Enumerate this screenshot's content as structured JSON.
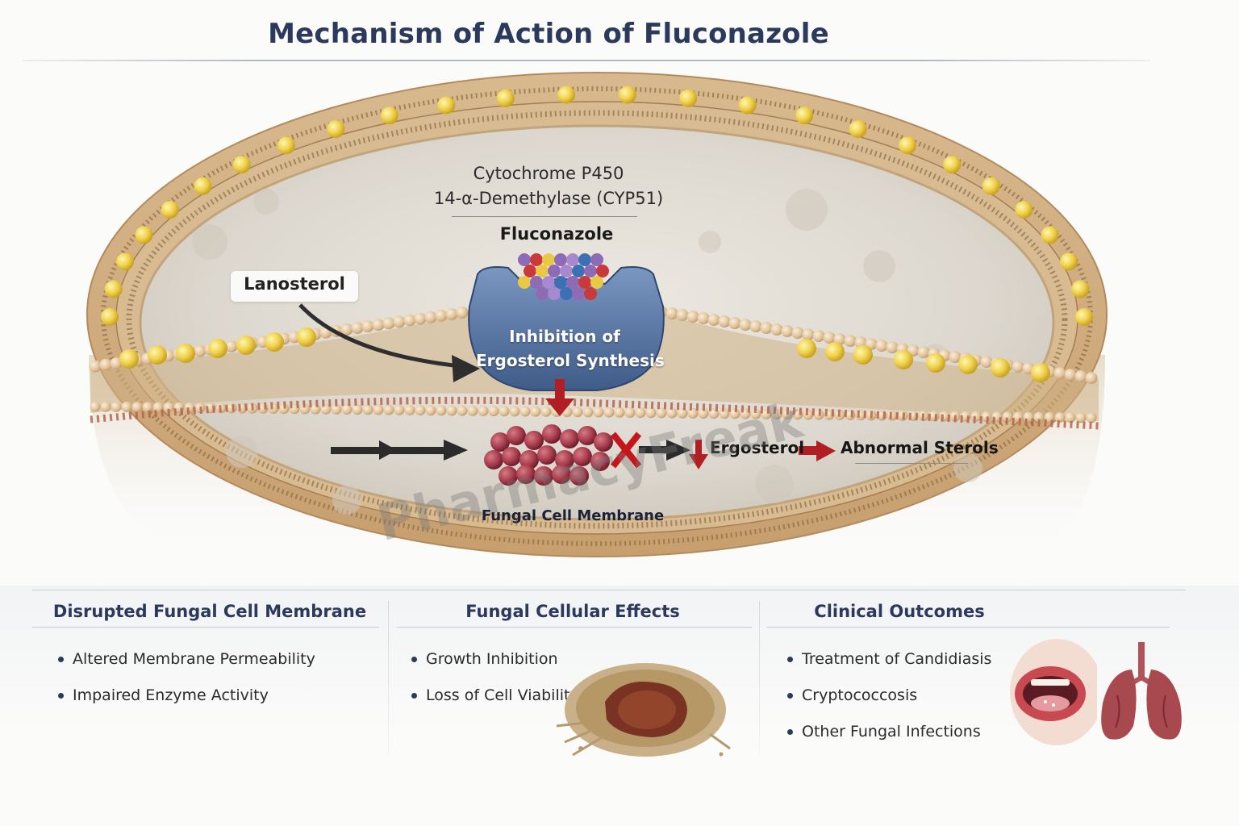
{
  "title": "Mechanism of Action of Fluconazole",
  "diagram": {
    "enzyme_line1": "Cytochrome P450",
    "enzyme_line2": "14-α-Demethylase (CYP51)",
    "drug": "Fluconazole",
    "substrate": "Lanosterol",
    "inhibition_line1": "Inhibition of",
    "inhibition_line2": "Ergosterol Synthesis",
    "product": "Ergosterol",
    "result": "Abnormal Sterols",
    "location": "Fungal Cell Membrane",
    "watermark": "PharmacyFreak"
  },
  "panels": [
    {
      "title": "Disrupted Fungal Cell Membrane",
      "items": [
        "Altered Membrane Permeability",
        "Impaired Enzyme Activity"
      ]
    },
    {
      "title": "Fungal Cellular Effects",
      "items": [
        "Growth Inhibition",
        "Loss of Cell Viability"
      ]
    },
    {
      "title": "Clinical Outcomes",
      "items": [
        "Treatment of Candidiasis",
        "Cryptococcosis",
        "Other Fungal Infections"
      ]
    }
  ],
  "colors": {
    "title": "#2b3a5c",
    "membrane_head": "#e3c9a0",
    "sterol": "#f0d54a",
    "enzyme": "#5676a3",
    "ergosterol_cluster": "#9c3a4a",
    "inhibition_red": "#b01f24"
  },
  "icons": {
    "lysed_cell": "damaged-fungal-cell-icon",
    "mouth": "oral-candidiasis-mouth-icon",
    "lungs": "lungs-icon"
  }
}
